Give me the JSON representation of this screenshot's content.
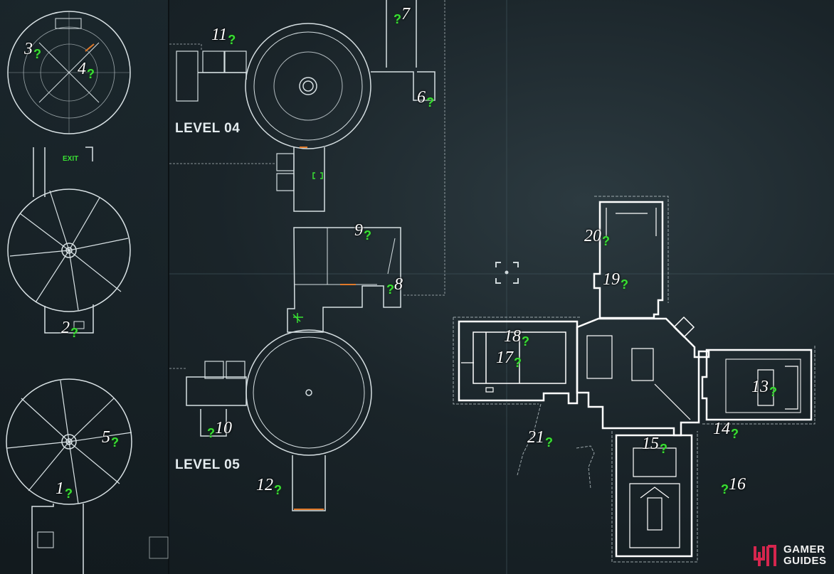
{
  "labels": {
    "level_04": "LEVEL 04",
    "level_05": "LEVEL 05",
    "exit": "EXIT"
  },
  "markers": [
    {
      "id": "1",
      "number": "1"
    },
    {
      "id": "2",
      "number": "2"
    },
    {
      "id": "3",
      "number": "3"
    },
    {
      "id": "4",
      "number": "4"
    },
    {
      "id": "5",
      "number": "5"
    },
    {
      "id": "6",
      "number": "6"
    },
    {
      "id": "7",
      "number": "7"
    },
    {
      "id": "8",
      "number": "8"
    },
    {
      "id": "9",
      "number": "9"
    },
    {
      "id": "10",
      "number": "10"
    },
    {
      "id": "11",
      "number": "11"
    },
    {
      "id": "12",
      "number": "12"
    },
    {
      "id": "13",
      "number": "13"
    },
    {
      "id": "14",
      "number": "14"
    },
    {
      "id": "15",
      "number": "15"
    },
    {
      "id": "16",
      "number": "16"
    },
    {
      "id": "17",
      "number": "17"
    },
    {
      "id": "18",
      "number": "18"
    },
    {
      "id": "19",
      "number": "19"
    },
    {
      "id": "20",
      "number": "20"
    },
    {
      "id": "21",
      "number": "21"
    }
  ],
  "marker_icon": "riddler-trophy-question-mark-icon",
  "colors": {
    "trophy": "#39e033",
    "walls_active": "#ffffff",
    "walls_inactive": "#c9d3d6",
    "door_accent": "#e07a2a"
  },
  "watermark": {
    "line1": "GAMER",
    "line2": "GUIDES",
    "logo_color": "#d6264e"
  }
}
